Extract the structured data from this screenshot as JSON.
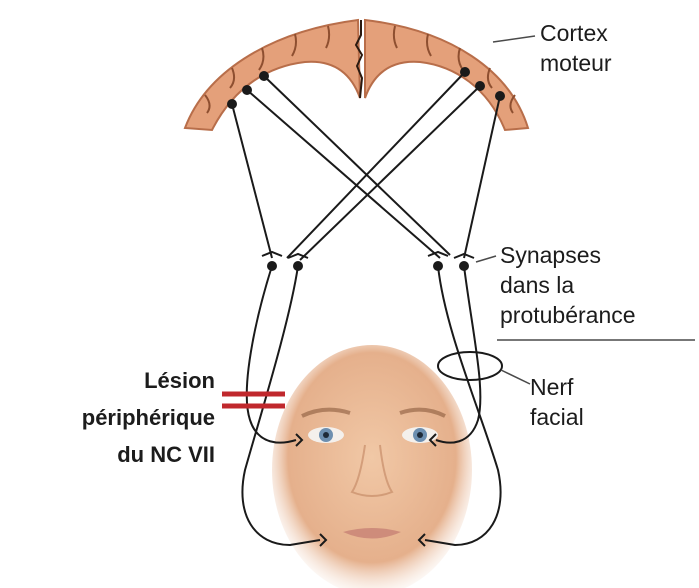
{
  "labels": {
    "cortex": [
      "Cortex",
      "moteur"
    ],
    "synapses": [
      "Synapses",
      "dans la",
      "protubérance"
    ],
    "nerf": [
      "Nerf",
      "facial"
    ],
    "lesion": [
      "Lésion",
      "périphérique",
      "du NC VII"
    ]
  },
  "colors": {
    "cortex_fill": "#e4a07a",
    "cortex_outline": "#b86e4a",
    "lesion_mark": "#c0282d",
    "nerve_line": "#1a1a1a",
    "skin": "#e9b995",
    "iris": "#6d8fb0"
  }
}
